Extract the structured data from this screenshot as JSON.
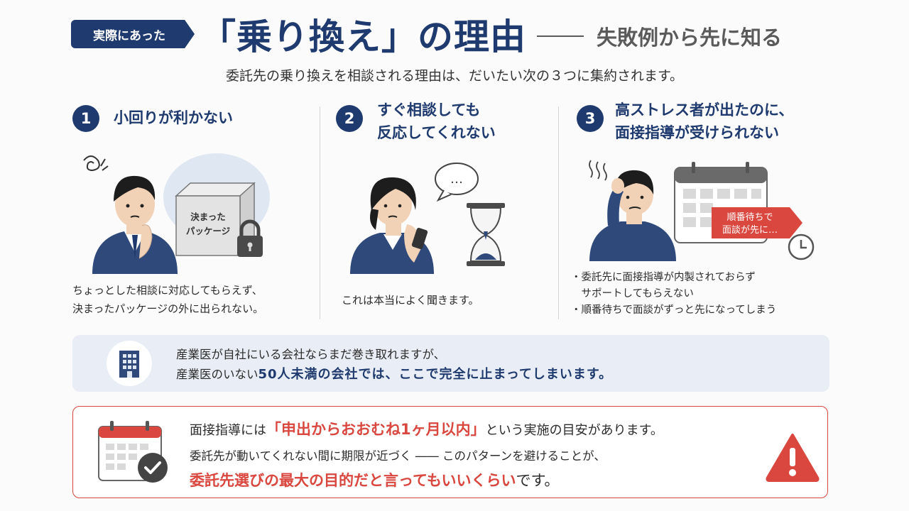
{
  "header": {
    "tag": "実際にあった",
    "title": "「乗り換え」の理由",
    "subtitle": "失敗例から先に知る"
  },
  "intro": "委託先の乗り換えを相談される理由は、だいたい次の３つに集約されます。",
  "reasons": [
    {
      "number": "1",
      "title_lines": [
        "小回りが利かない"
      ],
      "illustration": {
        "box_label_1": "決まった",
        "box_label_2": "パッケージ",
        "icons": [
          "confused-man",
          "package-box-icon",
          "padlock-icon"
        ]
      },
      "description_lines": [
        "ちょっとした相談に対応してもらえず、",
        "決まったパッケージの外に出られない。"
      ]
    },
    {
      "number": "2",
      "title_lines": [
        "すぐ相談しても",
        "反応してくれない"
      ],
      "illustration": {
        "bubble_text": "…",
        "icons": [
          "woman-with-phone",
          "speech-bubble-icon",
          "hourglass-icon"
        ]
      },
      "description_lines": [
        "これは本当によく聞きます。"
      ]
    },
    {
      "number": "3",
      "title_lines": [
        "高ストレス者が出たのに、",
        "面接指導が受けられない"
      ],
      "illustration": {
        "flag_line_1": "順番待ちで",
        "flag_line_2": "面談が先に…",
        "icons": [
          "stressed-man",
          "calendar-icon",
          "clock-icon"
        ]
      },
      "bullets": [
        {
          "line1": "・委託先に面接指導が内製されておらず",
          "line2": "　サポートしてもらえない"
        },
        {
          "line1": "・順番待ちで面談がずっと先になってしまう"
        }
      ]
    }
  ],
  "info": {
    "line1": "産業医が自社にいる会社ならまだ巻き取れますが、",
    "line2_pre": "産業医のいない",
    "line2_em": "50人未満の会社では、ここで完全に止まってしまいます。",
    "icon": "building-icon"
  },
  "warning": {
    "line1_pre": "面接指導には",
    "line1_hl": "「申出からおおむね1ヶ月以内」",
    "line1_post": "という実施の目安があります。",
    "line2": "委託先が動いてくれない間に期限が近づく ―― このパターンを避けることが、",
    "line3_hl": "委託先選びの最大の目的だと言ってもいいくらい",
    "line3_post": "です。",
    "icons": [
      "calendar-check-icon",
      "warning-triangle-icon"
    ]
  },
  "colors": {
    "navy": "#1e3a6e",
    "red": "#d9473f",
    "info_bg": "#e9eef6"
  }
}
